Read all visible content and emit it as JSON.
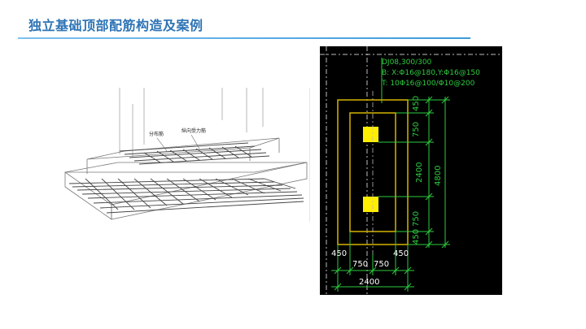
{
  "slide": {
    "title": "独立基础顶部配筋构造及案例"
  },
  "sketch": {
    "label_distribution": "分布筋",
    "label_longitudinal": "纵向受力筋"
  },
  "cad": {
    "spec_line1": "DJ08,300/300",
    "spec_line2": "B: X:Φ16@180,Y:Φ16@150",
    "spec_line3": "T: 10Φ16@100/Φ10@200",
    "right_dims": {
      "d450_top": "450",
      "d750_top": "750",
      "d2400": "2400",
      "d750_bottom": "750",
      "d450_bottom": "450",
      "d4800": "4800"
    },
    "bottom_dims": {
      "d450_left": "450",
      "d750_a": "750",
      "d750_b": "750",
      "d450_right": "450",
      "d2400": "2400"
    },
    "colors": {
      "background": "#000000",
      "dimension": "#2ecc40",
      "outline": "#d6b400",
      "column": "#ffee00",
      "centerline": "#bbbbbb"
    }
  }
}
